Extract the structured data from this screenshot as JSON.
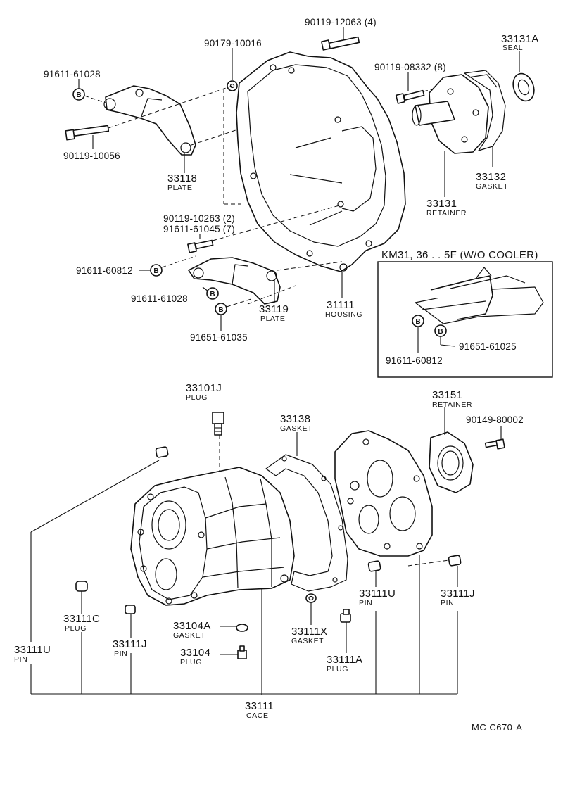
{
  "labels": {
    "b_90119_12063": "90119-12063 (4)",
    "b_90179_10016": "90179-10016",
    "b_91611_61028_a": "91611-61028",
    "b_90119_08332": "90119-08332 (8)",
    "p_33131a": "33131A",
    "n_33131a": "SEAL",
    "b_90119_10056": "90119-10056",
    "p_33118": "33118",
    "n_33118": "PLATE",
    "p_33132": "33132",
    "n_33132": "GASKET",
    "p_33131": "33131",
    "n_33131": "RETAINER",
    "b_90119_10263": "90119-10263 (2)",
    "b_91611_61045": "91611-61045 (7)",
    "b_91611_60812_a": "91611-60812",
    "b_91611_61028_b": "91611-61028",
    "p_33119": "33119",
    "n_33119": "PLATE",
    "p_31111": "31111",
    "n_31111": "HOUSING",
    "b_91651_61035": "91651-61035",
    "inset_title": "KM31, 36 . . 5F (W/O COOLER)",
    "b_91611_60812_b": "91611-60812",
    "b_91651_61025": "91651-61025",
    "p_33101j": "33101J",
    "n_33101j": "PLUG",
    "p_33138": "33138",
    "n_33138": "GASKET",
    "p_33151": "33151",
    "n_33151": "RETAINER",
    "b_90149_80002": "90149-80002",
    "p_33111u_a": "33111U",
    "n_33111u_a": "PIN",
    "p_33111j_a": "33111J",
    "n_33111j_a": "PIN",
    "p_33111c": "33111C",
    "n_33111c": "PLUG",
    "p_33104a": "33104A",
    "n_33104a": "GASKET",
    "p_33111x": "33111X",
    "n_33111x": "GASKET",
    "p_33111u_b": "33111U",
    "n_33111u_b": "PIN",
    "p_33111j_b": "33111J",
    "n_33111j_b": "PIN",
    "p_33104": "33104",
    "n_33104": "PLUG",
    "p_33111a": "33111A",
    "n_33111a": "PLUG",
    "p_33111": "33111",
    "n_33111": "CACE",
    "figure_code": "MC  C670-A",
    "washer_mark": "B"
  }
}
